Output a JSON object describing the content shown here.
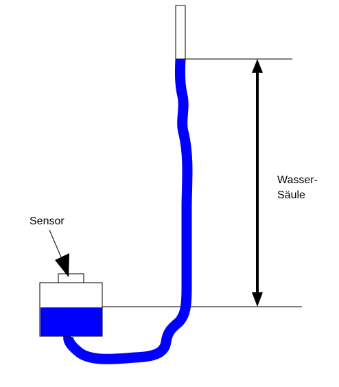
{
  "labels": {
    "sensor": "Sensor",
    "water_column_line1": "Wasser-",
    "water_column_line2": "Säule"
  },
  "colors": {
    "water": "#0000ff",
    "outline": "#000000",
    "background": "#ffffff"
  },
  "icons": {
    "sensor_pointer": "arrow-down-right-icon",
    "height_indicator": "double-arrow-vertical-icon"
  }
}
